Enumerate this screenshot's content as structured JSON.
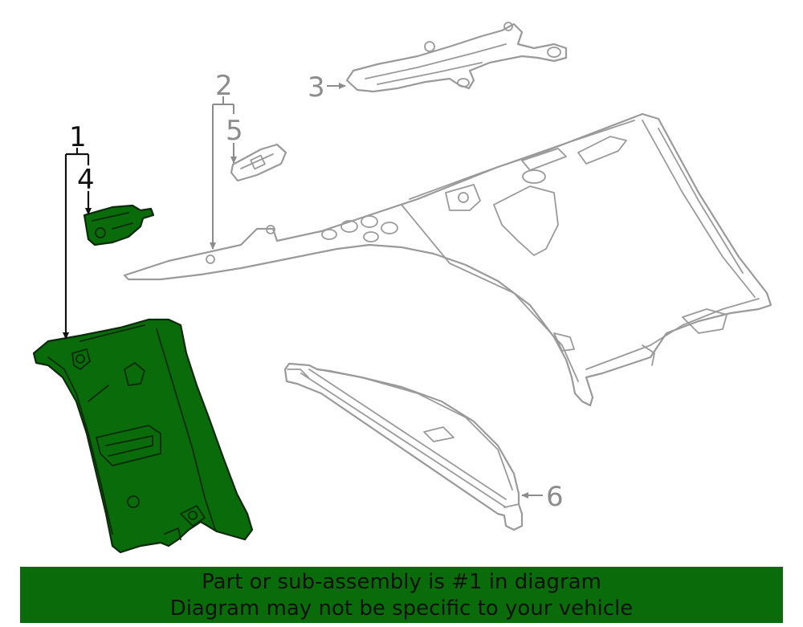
{
  "callouts": {
    "c1": "1",
    "c2": "2",
    "c3": "3",
    "c4": "4",
    "c5": "5",
    "c6": "6"
  },
  "banner": {
    "line1": "Part or sub-assembly is #1 in diagram",
    "line2": "Diagram may not be specific to your vehicle"
  },
  "colors": {
    "highlight": "#0a6b0a",
    "outline": "#9a9a9a",
    "banner": "#0a6b0a"
  }
}
